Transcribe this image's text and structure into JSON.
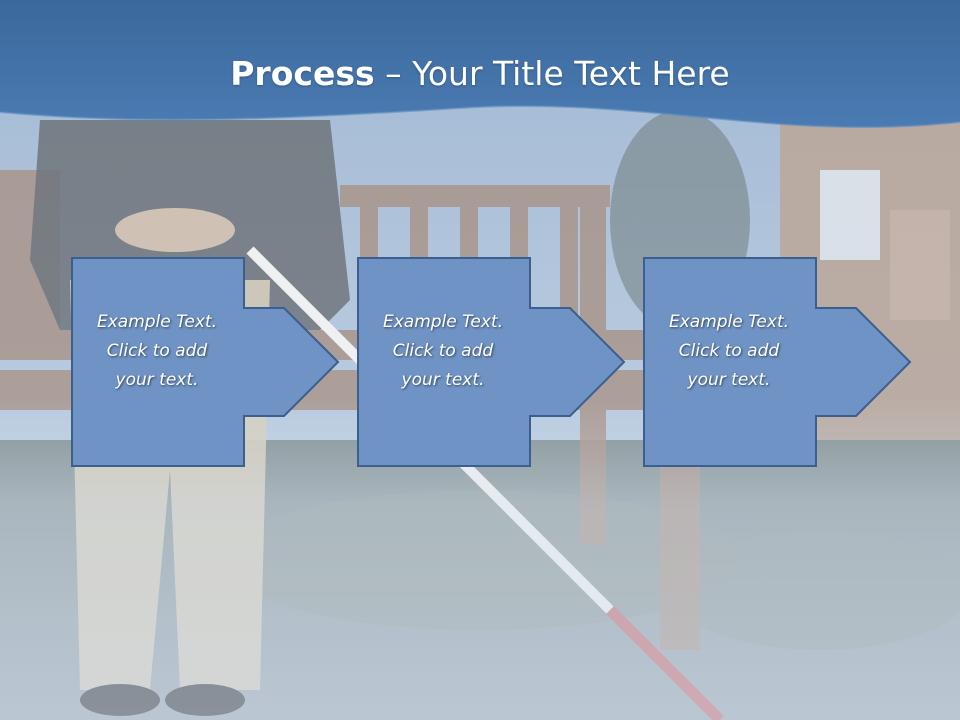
{
  "slide": {
    "title_bold": "Process",
    "title_rest": " – Your Title Text Here"
  },
  "steps": [
    {
      "line1": "Example Text.",
      "line2": "Click  to add",
      "line3": "your text."
    },
    {
      "line1": "Example Text.",
      "line2": "Click  to add",
      "line3": "your text."
    },
    {
      "line1": "Example Text.",
      "line2": "Click  to add",
      "line3": "your text."
    }
  ],
  "colors": {
    "title_band": "#3f6ea3",
    "step_fill": "#6f93c4",
    "step_stroke": "#3b5f8f",
    "title_text": "#ffffff"
  }
}
